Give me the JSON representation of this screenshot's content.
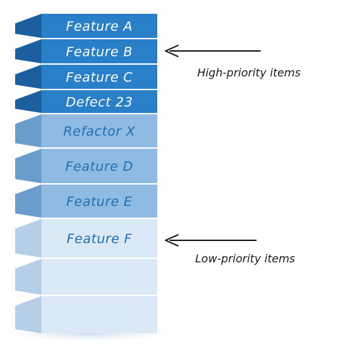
{
  "backlog": {
    "items": [
      {
        "label": "Feature A",
        "tier": "high"
      },
      {
        "label": "Feature B",
        "tier": "high"
      },
      {
        "label": "Feature C",
        "tier": "high"
      },
      {
        "label": "Defect 23",
        "tier": "high"
      },
      {
        "label": "Refactor X",
        "tier": "medium"
      },
      {
        "label": "Feature D",
        "tier": "medium"
      },
      {
        "label": "Feature E",
        "tier": "medium"
      },
      {
        "label": "Feature F",
        "tier": "low"
      },
      {
        "label": "",
        "tier": "empty"
      },
      {
        "label": "",
        "tier": "empty"
      }
    ]
  },
  "annotations": {
    "high_priority": "High-priority items",
    "low_priority": "Low-priority items"
  },
  "colors": {
    "high_front": "#2a7fc9",
    "high_side": "#1c5f9e",
    "medium_front": "#8fbbe3",
    "medium_side": "#6a9ccc",
    "low_front": "#dbe9f6",
    "low_side": "#b4cfe7",
    "empty_front": "#dbe9f6",
    "empty_side": "#b4cfe7",
    "high_text": "#ffffff",
    "medium_text": "#1e6fb3",
    "low_text": "#1e6fb3",
    "arrow": "#1a1a1a"
  }
}
